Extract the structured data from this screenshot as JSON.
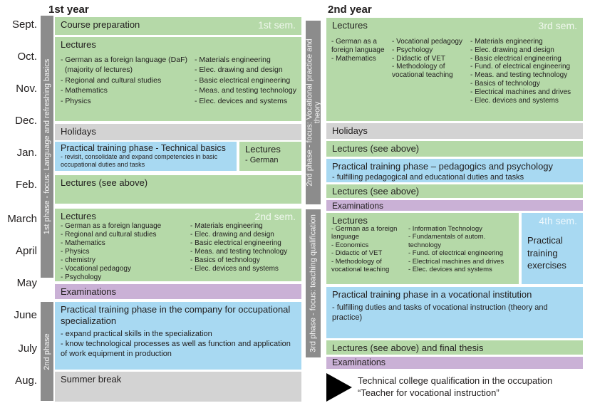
{
  "colors": {
    "green": "#b5d9a8",
    "blue": "#a8d9f2",
    "gray": "#d3d3d3",
    "purple": "#cab1d6",
    "bar_gray": "#8c8c8c"
  },
  "header": {
    "year1": "1st year",
    "year2": "2nd year"
  },
  "months": [
    "Sept.",
    "Oct.",
    "Nov.",
    "Dec.",
    "Jan.",
    "Feb.",
    "March",
    "April",
    "May",
    "June",
    "July",
    "Aug."
  ],
  "phase_bars": {
    "phase1": "1st phase - focus: Language and refreshing basics",
    "phase2_short": "2nd phase",
    "phase2_full": "2nd phase - focus: Vocational practice and theory",
    "phase3": "3rd phase - focus: teaching qualification"
  },
  "year1": {
    "course_preparation": "Course preparation",
    "sem1": "1st sem.",
    "lectures1": {
      "title": "Lectures",
      "col1": [
        "- German as a foreign language (DaF)",
        "  (majority of lectures)",
        "- Regional and cultural studies",
        "- Mathematics",
        "- Physics"
      ],
      "col2": [
        "- Materials engineering",
        "- Elec. drawing and design",
        "- Basic electrical engineering",
        "- Meas. and testing technology",
        "- Elec. devices and systems"
      ]
    },
    "holidays": "Holidays",
    "practical_technical": {
      "title": "Practical training phase - Technical basics",
      "desc": "- revisit, consolidate and expand competencies in basic occupational duties and tasks"
    },
    "lectures_german": {
      "title": "Lectures",
      "item": "- German"
    },
    "lectures_see_above": "Lectures (see above)",
    "sem2": "2nd sem.",
    "lectures2": {
      "title": "Lectures",
      "col1": [
        "- German as a foreign language",
        "- Regional and cultural studies",
        "- Mathematics",
        "- Physics",
        "- chemistry",
        "- Vocational pedagogy",
        "- Psychology"
      ],
      "col2": [
        "- Materials engineering",
        "- Elec. drawing and design",
        "- Basic electrical engineering",
        "- Meas. and testing technology",
        "- Basics of technology",
        "- Elec. devices and systems"
      ]
    },
    "examinations": "Examinations",
    "practical_company": {
      "title": "Practical training phase in the company for occupational specialization",
      "items": [
        "- expand practical skills in the specialization",
        "- know technological processes as well as function and application of work equipment in production"
      ]
    },
    "summer_break": "Summer break"
  },
  "year2": {
    "sem3": "3rd sem.",
    "lectures3": {
      "title": "Lectures",
      "col1": [
        "- German as a foreign language",
        "- Mathematics"
      ],
      "col2": [
        "- Vocational pedagogy",
        "- Psychology",
        "- Didactic of VET",
        "- Methodology of vocational teaching"
      ],
      "col3": [
        "- Materials engineering",
        "- Elec. drawing and design",
        "- Basic electrical engineering",
        "- Fund. of electrical engineering",
        "- Meas. and testing technology",
        "- Basics of technology",
        "- Electrical machines and drives",
        "- Elec. devices and systems"
      ]
    },
    "holidays": "Holidays",
    "lectures_see_above": "Lectures (see above)",
    "practical_pedagogics": {
      "title": "Practical training phase – pedagogics and psychology",
      "desc": "- fulfilling pedagogical and educational duties and tasks"
    },
    "examinations": "Examinations",
    "sem4": "4th sem.",
    "lectures4": {
      "title": "Lectures",
      "col1": [
        "- German as a foreign language",
        "- Economics",
        "- Didactic of VET",
        "- Methodology of vocational teaching"
      ],
      "col2": [
        "- Information Technology",
        "- Fundamentals of autom. technology",
        "- Fund. of electrical engineering",
        "- Electrical machines and drives",
        "- Elec. devices and systems"
      ]
    },
    "practical_exercises": "Practical training exercises",
    "practical_institution": {
      "title": "Practical training phase in a vocational institution",
      "desc": "- fulfilling duties and tasks of vocational instruction (theory and practice)"
    },
    "lectures_final": "Lectures (see above) and final thesis",
    "examinations2": "Examinations"
  },
  "qualification": {
    "line1": "Technical college qualification in the occupation",
    "line2": "“Teacher for vocational instruction”"
  }
}
